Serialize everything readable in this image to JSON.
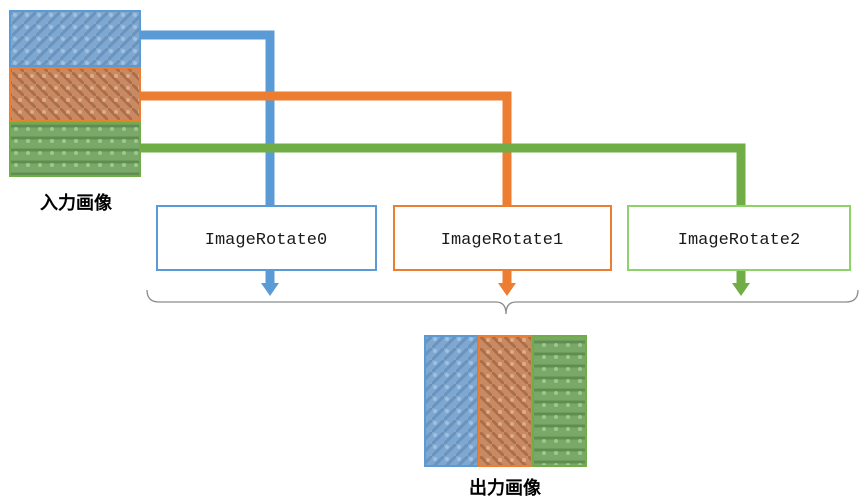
{
  "input_label": "入力画像",
  "output_label": "出力画像",
  "boxes": [
    {
      "label": "ImageRotate0",
      "color": "#5b9bd5"
    },
    {
      "label": "ImageRotate1",
      "color": "#ed7d31"
    },
    {
      "label": "ImageRotate2",
      "color": "#8fd16a"
    }
  ],
  "channels": {
    "blue": "#5b9bd5",
    "orange": "#ed7d31",
    "green": "#70ad47"
  },
  "brace_color": "#8c8c8c"
}
